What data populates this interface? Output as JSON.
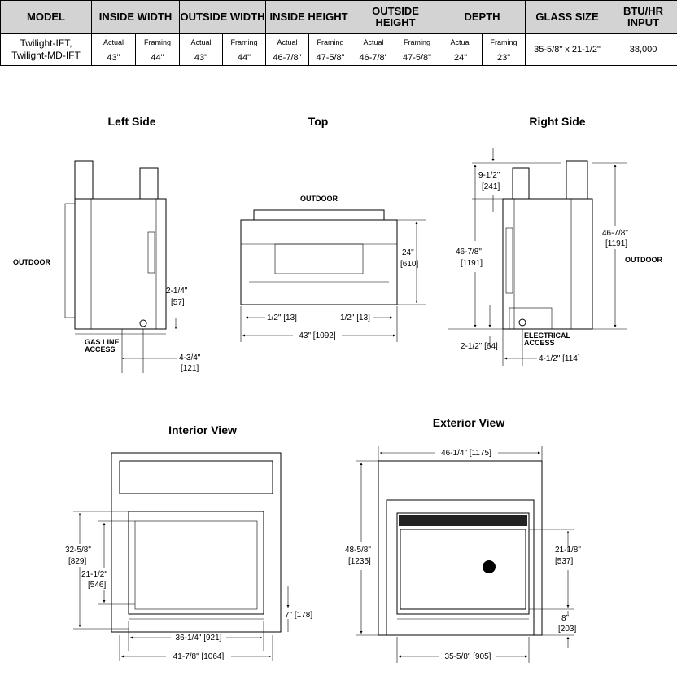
{
  "table": {
    "headers": [
      "MODEL",
      "INSIDE WIDTH",
      "OUTSIDE WIDTH",
      "INSIDE HEIGHT",
      "OUTSIDE HEIGHT",
      "DEPTH",
      "GLASS SIZE",
      "BTU/HR INPUT"
    ],
    "sub_actual": "Actual",
    "sub_framing": "Framing",
    "model": "Twilight-IFT, Twilight-MD-IFT",
    "values": [
      "43\"",
      "44\"",
      "43\"",
      "44\"",
      "46-7/8\"",
      "47-5/8\"",
      "46-7/8\"",
      "47-5/8\"",
      "24\"",
      "23\""
    ],
    "glass_size": "35-5/8\" x 21-1/2\"",
    "btu": "38,000"
  },
  "views": {
    "left_side": {
      "title": "Left Side",
      "outdoor": "OUTDOOR",
      "gas_line": "GAS LINE",
      "access": "ACCESS",
      "dim_a": "2-1/4\"",
      "dim_a_mm": "[57]",
      "dim_b": "4-3/4\"",
      "dim_b_mm": "[121]"
    },
    "top": {
      "title": "Top",
      "outdoor": "OUTDOOR",
      "depth": "24\"",
      "depth_mm": "[610]",
      "left_gap": "1/2\" [13]",
      "right_gap": "1/2\" [13]",
      "width": "43\" [1092]"
    },
    "right_side": {
      "title": "Right Side",
      "outdoor": "OUTDOOR",
      "top_dim": "9-1/2\"",
      "top_dim_mm": "[241]",
      "height": "46-7/8\"",
      "height_mm": "[1191]",
      "height_r": "46-7/8\"",
      "height_r_mm": "[1191]",
      "electrical": "ELECTRICAL",
      "access": "ACCESS",
      "bottom_dim": "2-1/2\" [64]",
      "offset": "4-1/2\" [114]"
    },
    "interior": {
      "title": "Interior View",
      "h1": "32-5/8\"",
      "h1_mm": "[829]",
      "h2": "21-1/2\"",
      "h2_mm": "[546]",
      "bottom": "7\" [178]",
      "w1": "36-1/4\" [921]",
      "w2": "41-7/8\" [1064]"
    },
    "exterior": {
      "title": "Exterior View",
      "width": "46-1/4\" [1175]",
      "height": "48-5/8\"",
      "height_mm": "[1235]",
      "glass_h": "21-1/8\"",
      "glass_h_mm": "[537]",
      "bottom": "8\"",
      "bottom_mm": "[203]",
      "glass_w": "35-5/8\" [905]"
    }
  }
}
